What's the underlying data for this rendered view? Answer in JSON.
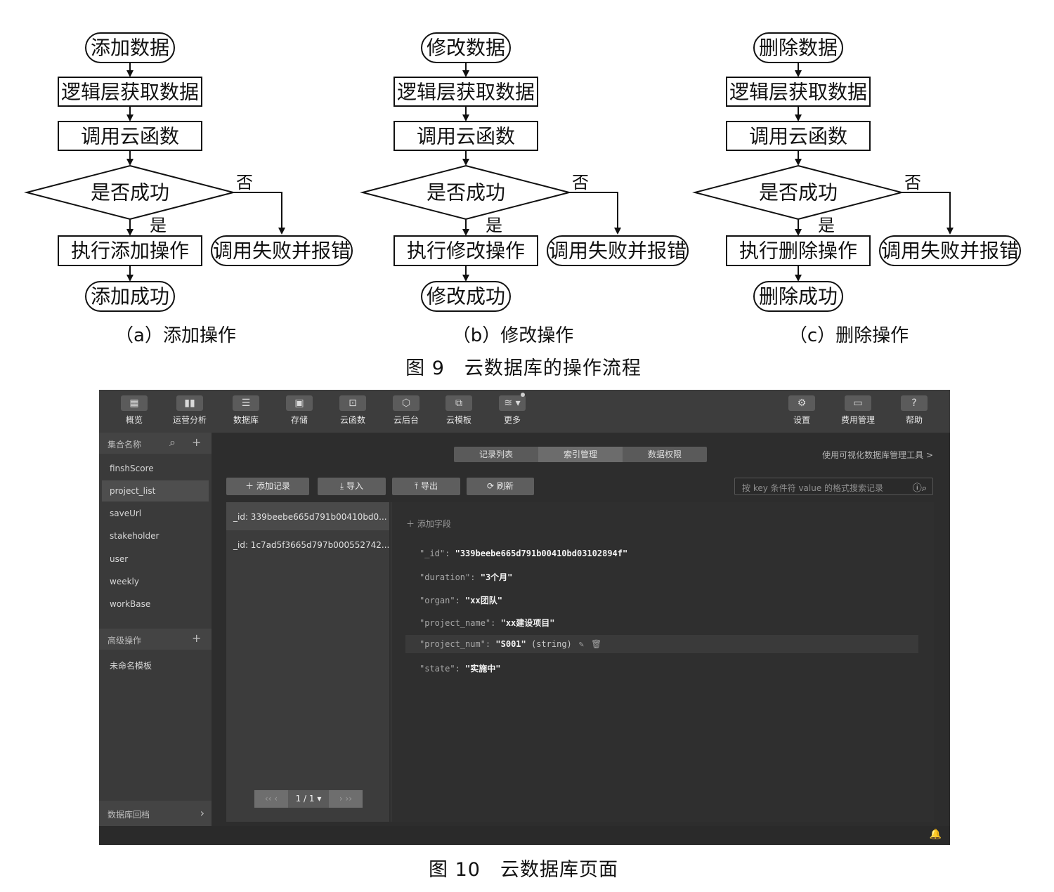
{
  "figure9": {
    "flowcharts": [
      {
        "start": "添加数据",
        "step1": "逻辑层获取数据",
        "step2": "调用云函数",
        "decision": "是否成功",
        "no_label": "否",
        "yes_label": "是",
        "action": "执行添加操作",
        "fail": "调用失败并报错",
        "end": "添加成功",
        "caption": "（a）添加操作"
      },
      {
        "start": "修改数据",
        "step1": "逻辑层获取数据",
        "step2": "调用云函数",
        "decision": "是否成功",
        "no_label": "否",
        "yes_label": "是",
        "action": "执行修改操作",
        "fail": "调用失败并报错",
        "end": "修改成功",
        "caption": "（b）修改操作"
      },
      {
        "start": "删除数据",
        "step1": "逻辑层获取数据",
        "step2": "调用云函数",
        "decision": "是否成功",
        "no_label": "否",
        "yes_label": "是",
        "action": "执行删除操作",
        "fail": "调用失败并报错",
        "end": "删除成功",
        "caption": "（c）删除操作"
      }
    ],
    "caption": "图 9　云数据库的操作流程"
  },
  "figure10": {
    "caption": "图 10　云数据库页面",
    "toolbar": {
      "left": [
        {
          "label": "概览",
          "icon": "grid-icon"
        },
        {
          "label": "运营分析",
          "icon": "bar-chart-icon"
        },
        {
          "label": "数据库",
          "icon": "database-icon"
        },
        {
          "label": "存储",
          "icon": "storage-icon"
        },
        {
          "label": "云函数",
          "icon": "function-icon"
        },
        {
          "label": "云后台",
          "icon": "cube-icon"
        },
        {
          "label": "云模板",
          "icon": "template-icon"
        },
        {
          "label": "更多",
          "icon": "layers-icon"
        }
      ],
      "right": [
        {
          "label": "设置",
          "icon": "gear-icon"
        },
        {
          "label": "费用管理",
          "icon": "billing-icon"
        },
        {
          "label": "帮助",
          "icon": "help-icon"
        }
      ]
    },
    "sidebar": {
      "collections_header": "集合名称",
      "collections": [
        "finshScore",
        "project_list",
        "saveUrl",
        "stakeholder",
        "user",
        "weekly",
        "workBase"
      ],
      "selected_collection": "project_list",
      "advanced_header": "高级操作",
      "advanced_items": [
        "未命名模板"
      ],
      "footer": "数据库回档"
    },
    "tabs": [
      "记录列表",
      "索引管理",
      "数据权限"
    ],
    "active_tab": "索引管理",
    "viz_link": "使用可视化数据库管理工具 >",
    "buttons": {
      "add": "添加记录",
      "import": "导入",
      "export": "导出",
      "refresh": "刷新"
    },
    "search_placeholder": "按 key 条件符 value 的格式搜索记录",
    "records": [
      "_id: 339beebe665d791b00410bd0...",
      "_id: 1c7ad5f3665d797b000552742..."
    ],
    "pager": "1 / 1",
    "add_field": "添加字段",
    "document": [
      {
        "key": "\"_id\":",
        "value": "\"339beebe665d791b00410bd03102894f\""
      },
      {
        "key": "\"duration\":",
        "value": "\"3个月\""
      },
      {
        "key": "\"organ\":",
        "value": "\"xx团队\""
      },
      {
        "key": "\"project_name\":",
        "value": "\"xx建设项目\""
      },
      {
        "key": "\"project_num\":",
        "value": "\"S001\"",
        "type": "(string)"
      },
      {
        "key": "\"state\":",
        "value": "\"实施中\""
      }
    ]
  }
}
